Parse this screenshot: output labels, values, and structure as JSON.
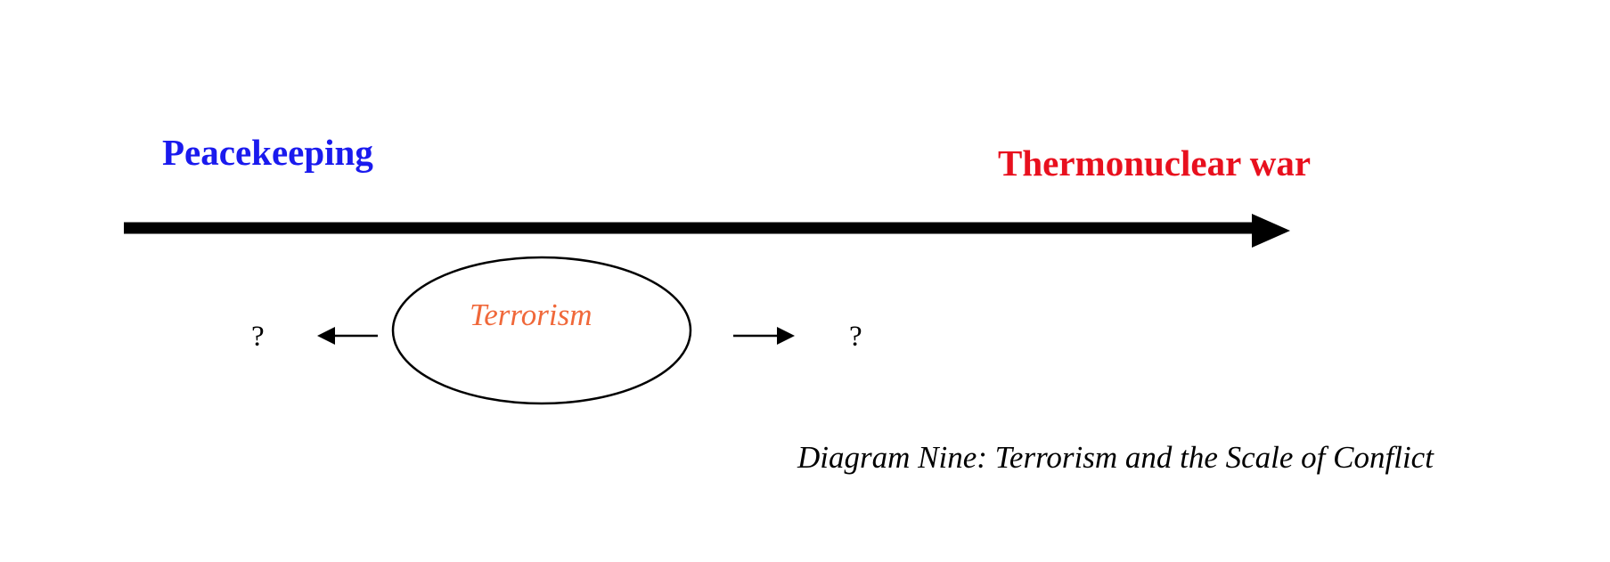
{
  "diagram": {
    "scale_left_label": "Peacekeeping",
    "scale_right_label": "Thermonuclear war",
    "center_label": "Terrorism",
    "left_unknown": "?",
    "right_unknown": "?",
    "caption": "Diagram Nine: Terrorism and the Scale of Conflict"
  },
  "colors": {
    "peacekeeping": "#1a1aee",
    "thermonuclear": "#e8101e",
    "terrorism": "#f0683a",
    "lines": "#000000"
  }
}
